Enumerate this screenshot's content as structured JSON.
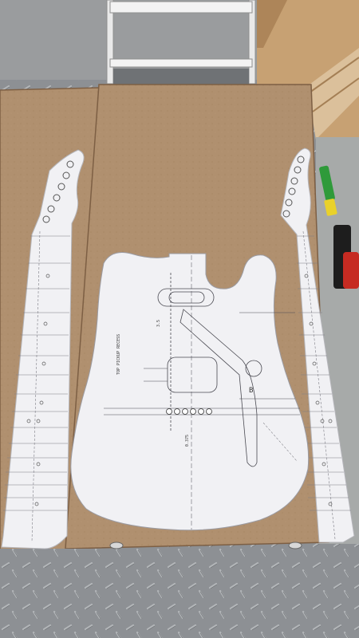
{
  "scene": {
    "alt": "Workshop photo: paper templates of two guitar necks and a solid electric guitar body taped onto brown hardboard sheets, resting on a metal diamond-plate floor under a folding step ladder.",
    "body_template": {
      "annotations": {
        "pickup_route_label": "TOP PICKUP RECESS",
        "bridge_marker": "B",
        "dimension_small": "3.5",
        "dimension_spacing": "0.375"
      }
    },
    "colors": {
      "board": "#b0906f",
      "board_edge": "#7d5f44",
      "paper": "#f1f1f4",
      "floor": "#8d9094",
      "wall": "#c9cacb",
      "ladder": "#ededed",
      "wood_crate": "#c7a173",
      "marker_green": "#2f9a3a",
      "marker_yellow": "#e9d12a",
      "clamp_red": "#c62b22"
    }
  }
}
